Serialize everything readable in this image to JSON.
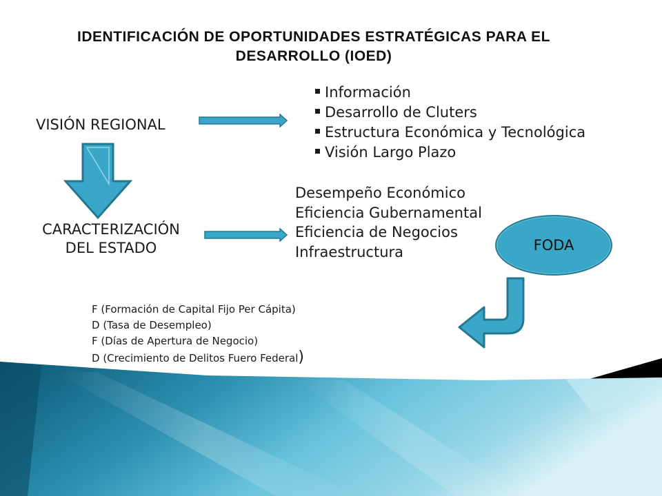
{
  "title": {
    "line1": "Identificación de Oportunidades Estratégicas para el",
    "line2": "Desarrollo (IOED)"
  },
  "vision_regional": "VISIÓN REGIONAL",
  "caracterizacion": {
    "line1": "CARACTERIZACIÓN",
    "line2": "DEL ESTADO"
  },
  "vision_items": [
    "Información",
    "Desarrollo de Cluters",
    "Estructura Económica y Tecnológica",
    "Visión Largo Plazo"
  ],
  "estado_items": [
    "Desempeño Económico",
    "Eficiencia Gubernamental",
    "Eficiencia de Negocios",
    "Infraestructura"
  ],
  "foda_label": "FODA",
  "indicators": [
    "F (Formación de Capital Fijo Per Cápita)",
    "D (Tasa de Desempleo)",
    "F (Días de Apertura de Negocio)",
    "D (Crecimiento de Delitos Fuero Federal"
  ],
  "indicators_closing": ")",
  "colors": {
    "arrow_fill": "#3aa7c9",
    "arrow_stroke": "#23788f",
    "band_dark": "#0c5d78",
    "band_light": "#7fd0e6"
  }
}
